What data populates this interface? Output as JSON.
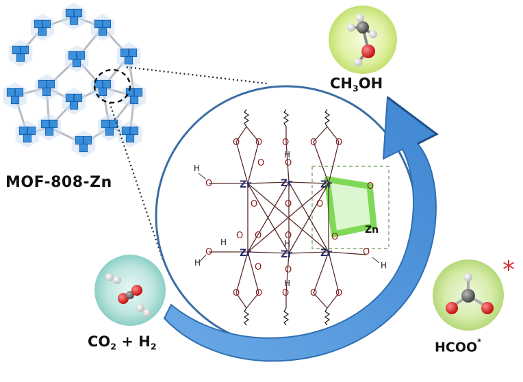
{
  "labels": {
    "mof": "MOF-808-Zn",
    "ch3oh_main": "CH",
    "ch3oh_sub": "3",
    "ch3oh_tail": "OH",
    "co2_main": "CO",
    "co2_sub": "2",
    "co2_tail": " + H",
    "h2_sub": "2",
    "hcoo_main": "HCOO",
    "hcoo_sup": "*",
    "star_mark": "*"
  },
  "atoms": {
    "zr": "Zr",
    "zn": "Zn",
    "o": "O",
    "h": "H"
  },
  "colors": {
    "arrow": "#4a90d9",
    "arrow_dark": "#2f6fb3",
    "circle": "#3a6ea5",
    "highlight": "#7ed957",
    "highlight_edge": "#4fae3a",
    "mof_blue": "#1e7fd6",
    "ch3oh_bg": "#d8ef8a",
    "co2_bg": "#9fd8d2",
    "hcoo_bg": "#cfe89a",
    "carbon": "#555555",
    "oxygen": "#d62828",
    "hydrogen": "#eeeeee",
    "star": "#e03030"
  }
}
